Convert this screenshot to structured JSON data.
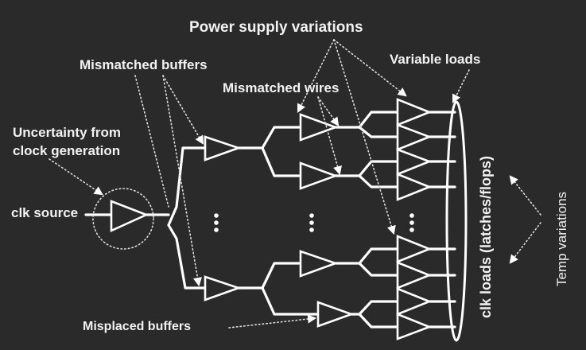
{
  "labels": {
    "power_supply": "Power supply variations",
    "mismatched_buffers": "Mismatched buffers",
    "variable_loads": "Variable loads",
    "mismatched_wires": "Mismatched wires",
    "uncertainty_line1": "Uncertainty from",
    "uncertainty_line2": "clock generation",
    "clk_source": "clk source",
    "clk_loads": "clk loads (latches/flops)",
    "temp_variations": "Temp variations",
    "misplaced_buffers": "Misplaced buffers"
  },
  "colors": {
    "background": "#2a2a2a",
    "foreground": "#ffffff"
  }
}
